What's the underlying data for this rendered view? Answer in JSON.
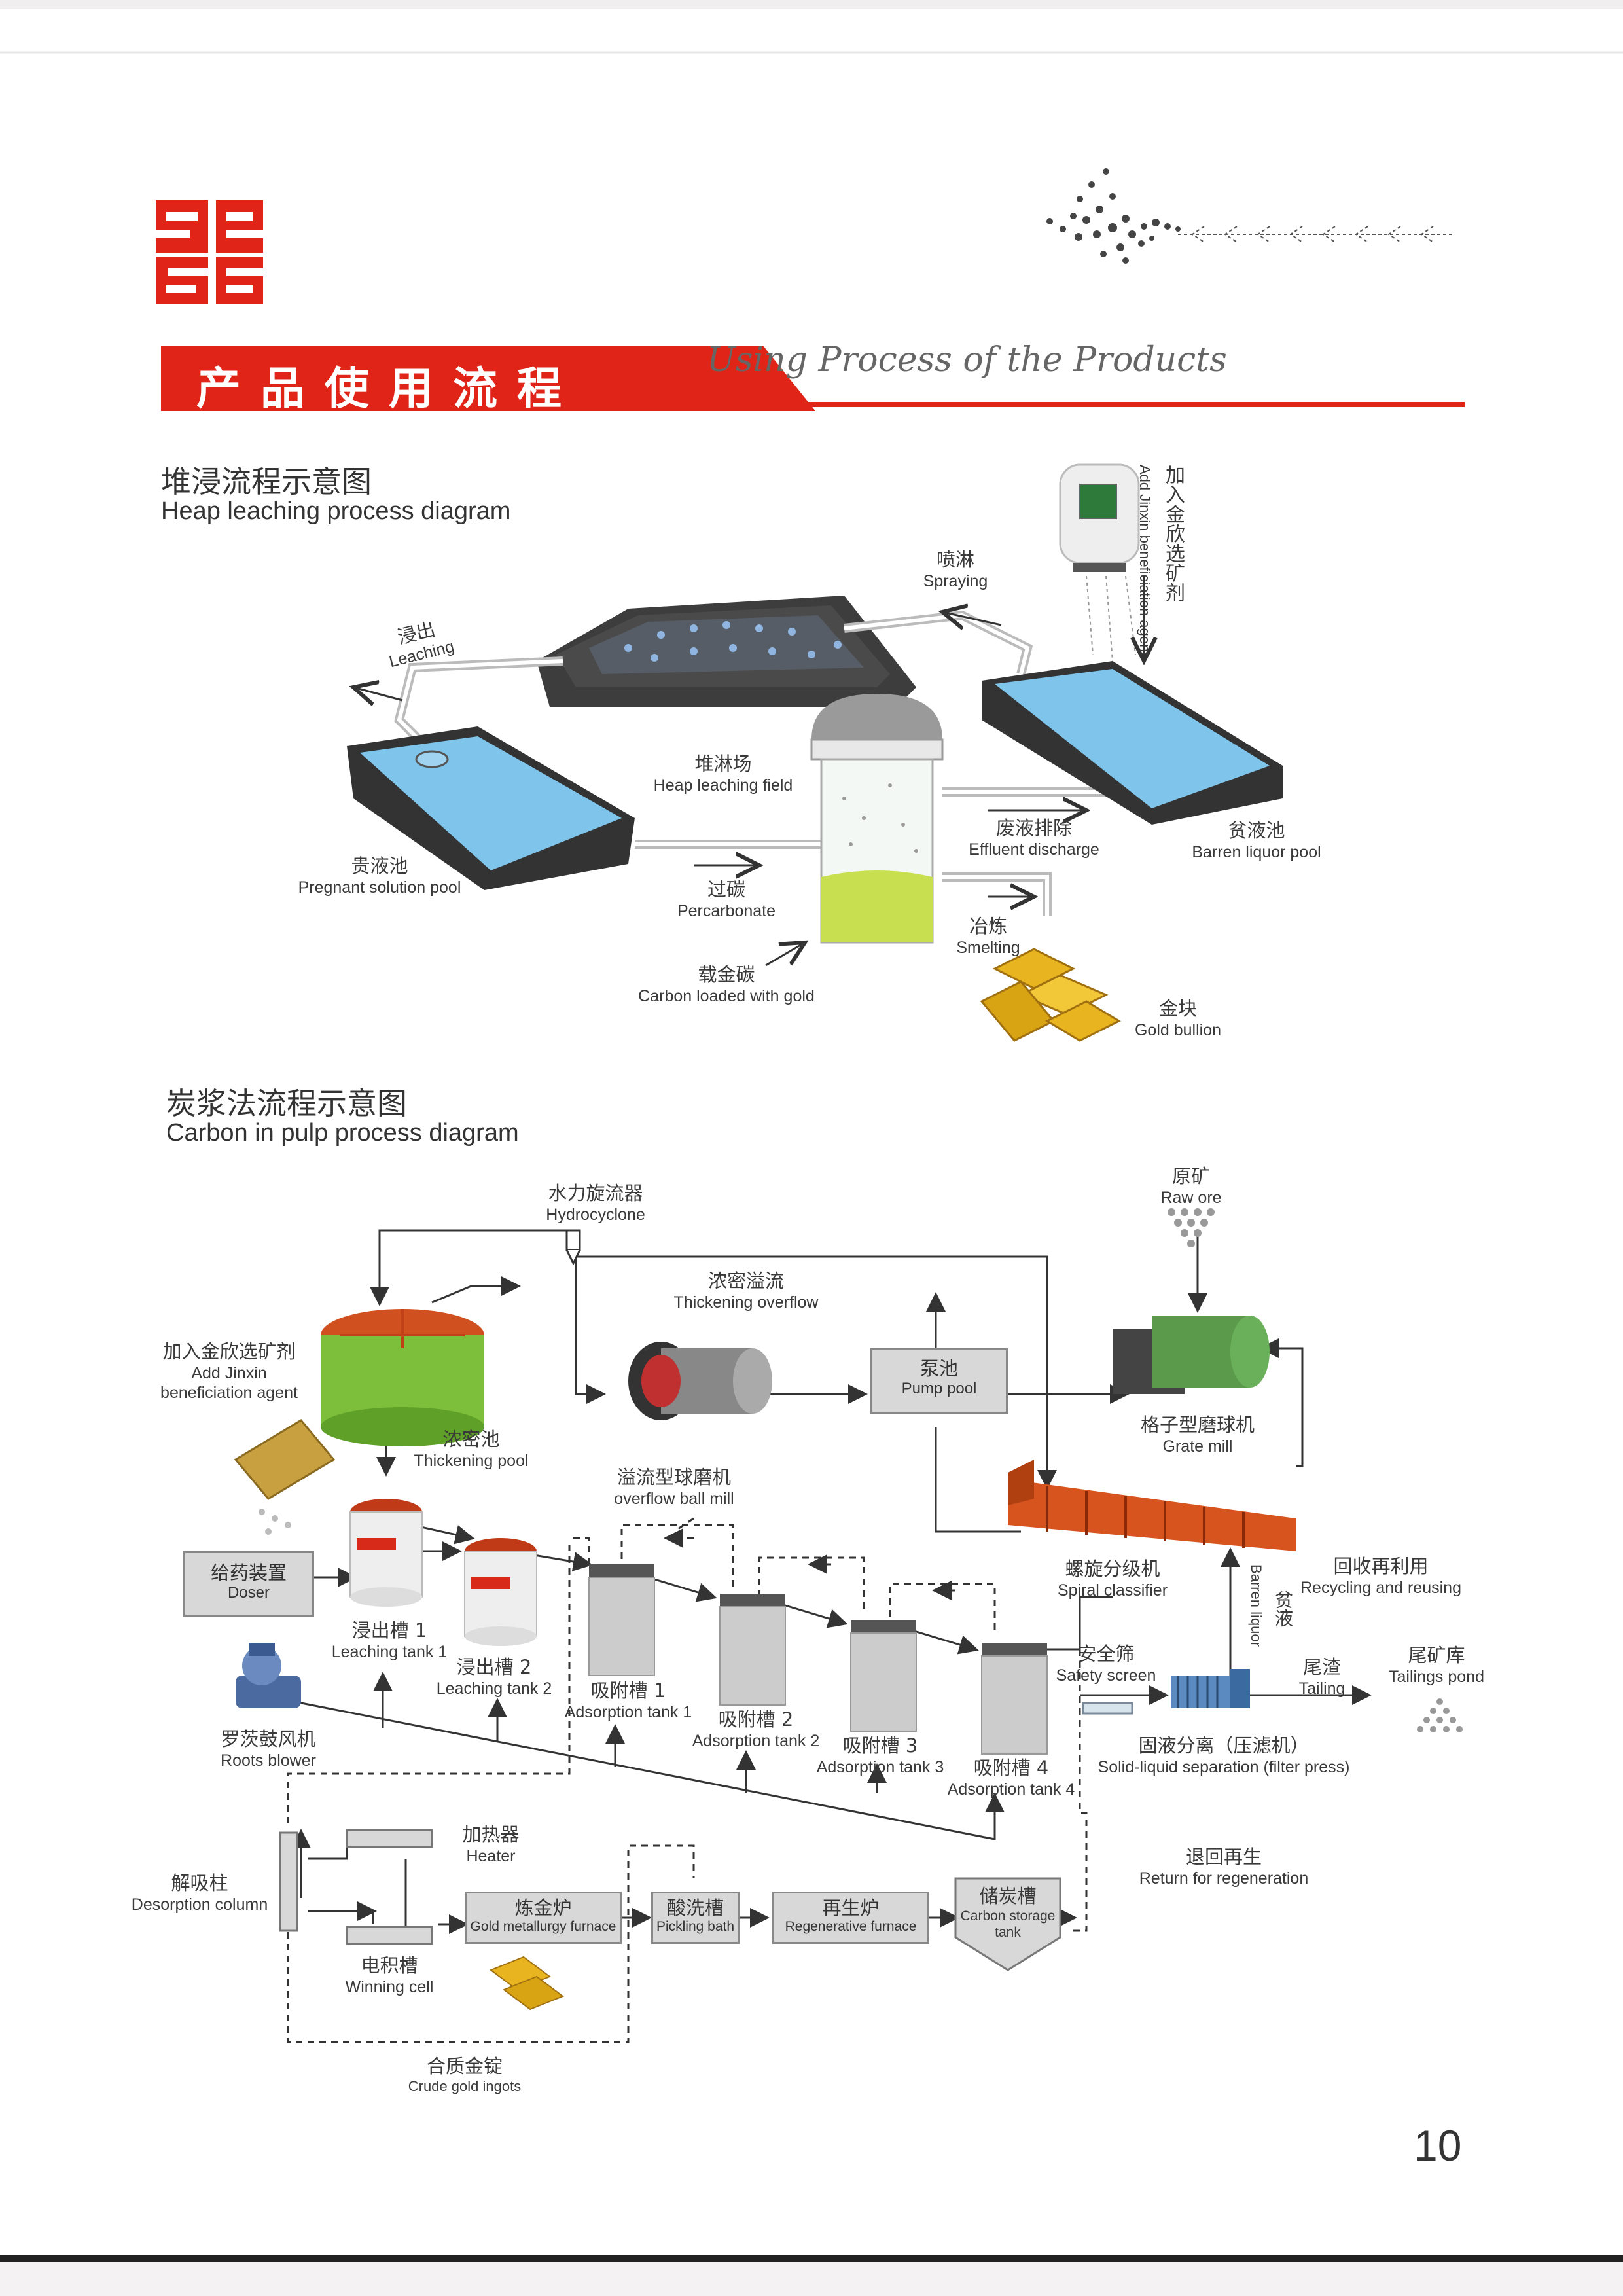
{
  "header": {
    "title_cn": "产品使用流程",
    "title_en": "Using Process of the Products"
  },
  "heap": {
    "title_cn": "堆浸流程示意图",
    "title_en": "Heap leaching process diagram",
    "labels": {
      "agent_cn": "加入金欣选矿剂",
      "agent_en": "Add Jinxin beneficiation agent",
      "spraying_cn": "喷淋",
      "spraying_en": "Spraying",
      "leaching_cn": "浸出",
      "leaching_en": "Leaching",
      "field_cn": "堆淋场",
      "field_en": "Heap leaching field",
      "effluent_cn": "废液排除",
      "effluent_en": "Effluent discharge",
      "barren_cn": "贫液池",
      "barren_en": "Barren liquor pool",
      "pregnant_cn": "贵液池",
      "pregnant_en": "Pregnant solution pool",
      "percarbonate_cn": "过碳",
      "percarbonate_en": "Percarbonate",
      "smelting_cn": "冶炼",
      "smelting_en": "Smelting",
      "carbon_cn": "载金碳",
      "carbon_en": "Carbon loaded with gold",
      "bullion_cn": "金块",
      "bullion_en": "Gold bullion"
    }
  },
  "cip": {
    "title_cn": "炭浆法流程示意图",
    "title_en": "Carbon in pulp process diagram",
    "labels": {
      "hydro_cn": "水力旋流器",
      "hydro_en": "Hydrocyclone",
      "rawore_cn": "原矿",
      "rawore_en": "Raw ore",
      "overflow_cn": "浓密溢流",
      "overflow_en": "Thickening overflow",
      "agent_cn": "加入金欣选矿剂",
      "agent_en1": "Add Jinxin",
      "agent_en2": "beneficiation agent",
      "pump_cn": "泵池",
      "pump_en": "Pump pool",
      "grate_cn": "格子型磨球机",
      "grate_en": "Grate mill",
      "thick_cn": "浓密池",
      "thick_en": "Thickening pool",
      "ballmill_cn": "溢流型球磨机",
      "ballmill_en": "overflow ball mill",
      "doser_cn": "给药装置",
      "doser_en": "Doser",
      "lt1_cn": "浸出槽 1",
      "lt1_en": "Leaching tank 1",
      "lt2_cn": "浸出槽 2",
      "lt2_en": "Leaching tank 2",
      "spiral_cn": "螺旋分级机",
      "spiral_en": "Spiral classifier",
      "recycle_cn": "回收再利用",
      "recycle_en": "Recycling and reusing",
      "barren_cn": "贫液",
      "barren_en": "Barren liquor",
      "safety_cn": "安全筛",
      "safety_en": "Safety screen",
      "tailing_cn": "尾渣",
      "tailing_en": "Tailing",
      "pond_cn": "尾矿库",
      "pond_en": "Tailings pond",
      "at1_cn": "吸附槽 1",
      "at1_en": "Adsorption tank 1",
      "at2_cn": "吸附槽 2",
      "at2_en": "Adsorption tank 2",
      "at3_cn": "吸附槽 3",
      "at3_en": "Adsorption tank 3",
      "at4_cn": "吸附槽 4",
      "at4_en": "Adsorption tank 4",
      "roots_cn": "罗茨鼓风机",
      "roots_en": "Roots blower",
      "sl_cn": "固液分离（压滤机）",
      "sl_en": "Solid-liquid separation (filter press)",
      "heater_cn": "加热器",
      "heater_en": "Heater",
      "desorb_cn": "解吸柱",
      "desorb_en": "Desorption column",
      "winning_cn": "电积槽",
      "winning_en": "Winning cell",
      "furnace_cn": "炼金炉",
      "furnace_en": "Gold metallurgy furnace",
      "pickling_cn": "酸洗槽",
      "pickling_en": "Pickling bath",
      "regen_cn": "再生炉",
      "regen_en": "Regenerative furnace",
      "storage_cn": "储炭槽",
      "storage_en1": "Carbon storage",
      "storage_en2": "tank",
      "return_cn": "退回再生",
      "return_en": "Return for regeneration",
      "ingots_cn": "合质金锭",
      "ingots_en": "Crude gold ingots"
    }
  },
  "page_number": "10",
  "colors": {
    "accent": "#e02418",
    "water": "#7fc4ea",
    "tank_green": "#7dbf3a",
    "gold": "#e8b420",
    "rust": "#d8541e",
    "box_grey": "#d8d8d8"
  }
}
